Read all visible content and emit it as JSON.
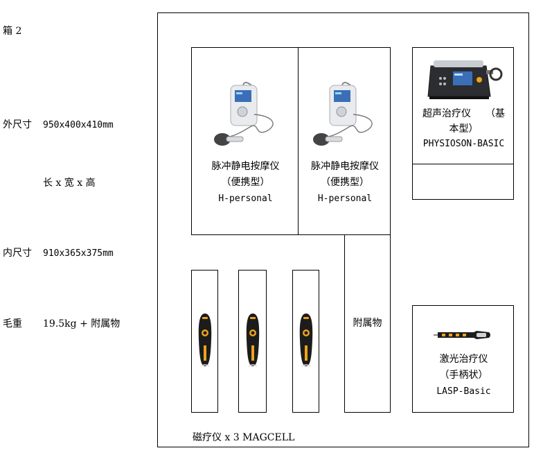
{
  "left": {
    "box_label": "箱 2",
    "outer_label": "外尺寸",
    "outer_value": "950x400x410mm",
    "dims_hint": "长 x 宽 x 高",
    "inner_label": "内尺寸",
    "inner_value": "910x365x375mm",
    "weight_label": "毛重",
    "weight_value": "19.5kg + 附属物"
  },
  "compartments": {
    "pulse1": {
      "name": "脉冲静电按摩仪",
      "sub": "（便携型）",
      "model": "H-personal"
    },
    "pulse2": {
      "name": "脉冲静电按摩仪",
      "sub": "（便携型）",
      "model": "H-personal"
    },
    "ultrasound": {
      "line1": "超声治疗仪　　（基",
      "line2": "本型）",
      "model": "PHYSIOSON-BASIC"
    },
    "accessories": {
      "label": "附属物"
    },
    "laser": {
      "name": "激光治疗仪",
      "sub": "（手柄状）",
      "model": "LASP-Basic"
    },
    "magnetic": {
      "label": "磁疗仪 x 3 MAGCELL"
    }
  },
  "colors": {
    "device_body": "#e9ebee",
    "device_accent": "#f0a21c",
    "screen": "#3a6fb8"
  }
}
